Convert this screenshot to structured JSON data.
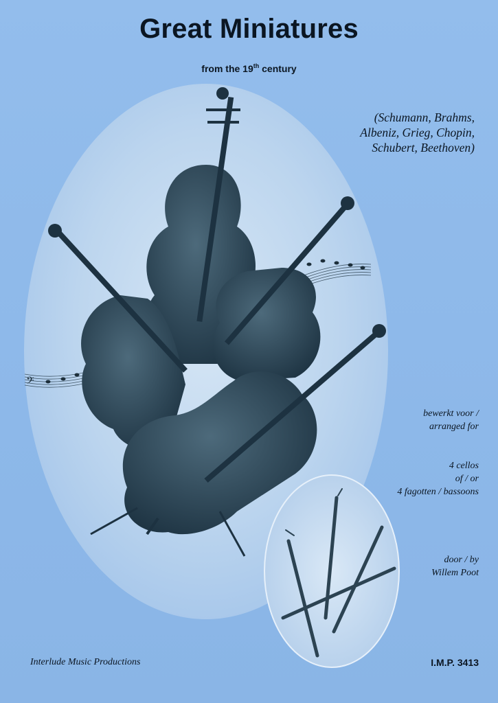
{
  "cover": {
    "title": "Great Miniatures",
    "subtitle_prefix": "from the 19",
    "subtitle_sup": "th",
    "subtitle_suffix": " century",
    "composers": [
      "(Schumann, Brahms,",
      "Albeniz, Grieg, Chopin,",
      "Schubert, Beethoven)"
    ],
    "arranged_lines": [
      "bewerkt voor /",
      "arranged for"
    ],
    "instrument_lines": [
      "4 cellos",
      "of / or",
      "4 fagotten / bassoons"
    ],
    "byline_lines": [
      "door / by",
      "Willem Poot"
    ],
    "publisher": "Interlude Music Productions",
    "catalog_number": "I.M.P. 3413"
  },
  "colors": {
    "background": "#8fb9ea",
    "oval": "#c3d9ef",
    "instrument": "#2f4a5c",
    "text": "#0b1622"
  },
  "illustration": {
    "main_oval": "cello-ensemble-illustration",
    "small_oval": "bassoons-illustration"
  }
}
